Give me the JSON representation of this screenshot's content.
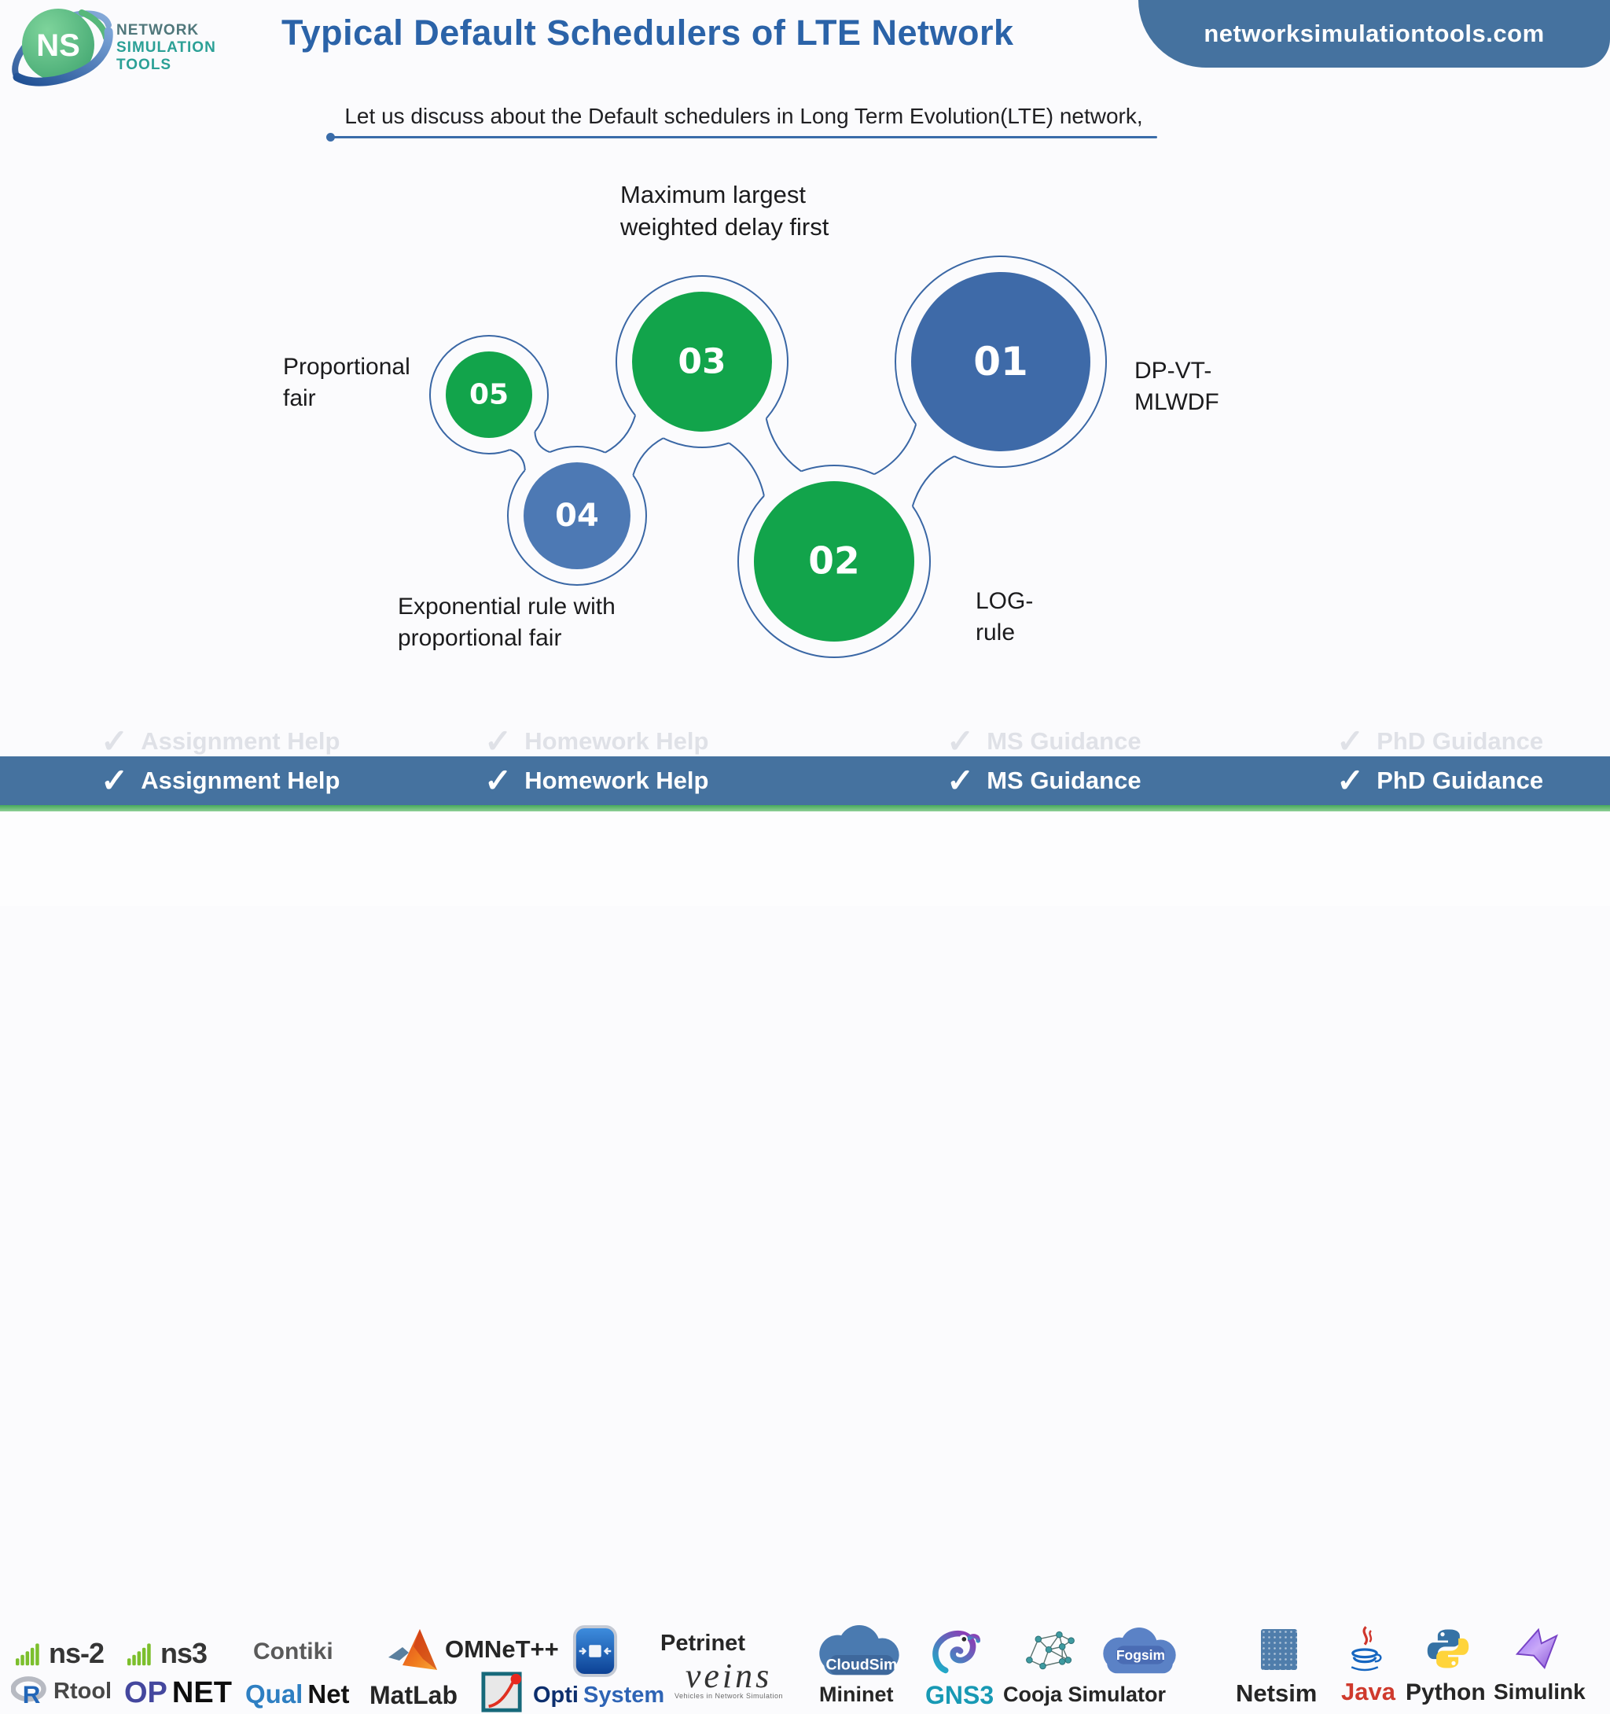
{
  "header": {
    "logo": {
      "monogram": "NS",
      "line1": "NETWORK",
      "line2": "SIMULATION",
      "line3": "TOOLS"
    },
    "title": "Typical Default Schedulers of LTE Network",
    "site": "networksimulationtools.com"
  },
  "intro": "Let us discuss about the Default schedulers in Long Term Evolution(LTE) network,",
  "diagram": {
    "outline_color": "#3a67a5",
    "nodes": [
      {
        "id": "01",
        "color": "#3e6aa8",
        "label": "DP-VT-\nMLWDF"
      },
      {
        "id": "02",
        "color": "#12a44b",
        "label": "LOG-\nrule"
      },
      {
        "id": "03",
        "color": "#12a44b",
        "label": "Maximum largest\nweighted delay first"
      },
      {
        "id": "04",
        "color": "#4d79b4",
        "label": "Exponential rule with\nproportional fair"
      },
      {
        "id": "05",
        "color": "#12a44b",
        "label": "Proportional\nfair"
      }
    ]
  },
  "services": {
    "check": "✓",
    "items": [
      "Assignment Help",
      "Homework Help",
      "MS Guidance",
      "PhD Guidance"
    ]
  },
  "tools": {
    "ns2": "ns-2",
    "ns3": "ns3",
    "contiki": "Contiki",
    "r_mark": "R",
    "rtool": "Rtool",
    "opnet_1": "OP",
    "opnet_2": "NET",
    "qualnet_1": "Qual",
    "qualnet_2": "Net",
    "matlab": "MatLab",
    "omnet": "OMNeT++",
    "opti_1": "Opti",
    "opti_2": "System",
    "petrinet": "Petrinet",
    "veins": "veins",
    "veins_caption": "Vehicles in Network Simulation",
    "cloudsim": "CloudSim",
    "mininet": "Mininet",
    "gns3": "GNS3",
    "cooja": "Cooja Simulator",
    "fogsim": "Fogsim",
    "netsim": "Netsim",
    "java": "Java",
    "python": "Python",
    "simulink": "Simulink"
  },
  "colors": {
    "title_blue": "#2b63a8",
    "banner_blue": "#45729f",
    "bar_blue": "#45729f",
    "green_circle": "#12a44b",
    "blue_circle_dark": "#3e6aa8",
    "blue_circle_light": "#4d79b4",
    "outline_blue": "#3a67a5",
    "strip_green": "#46a95c"
  }
}
